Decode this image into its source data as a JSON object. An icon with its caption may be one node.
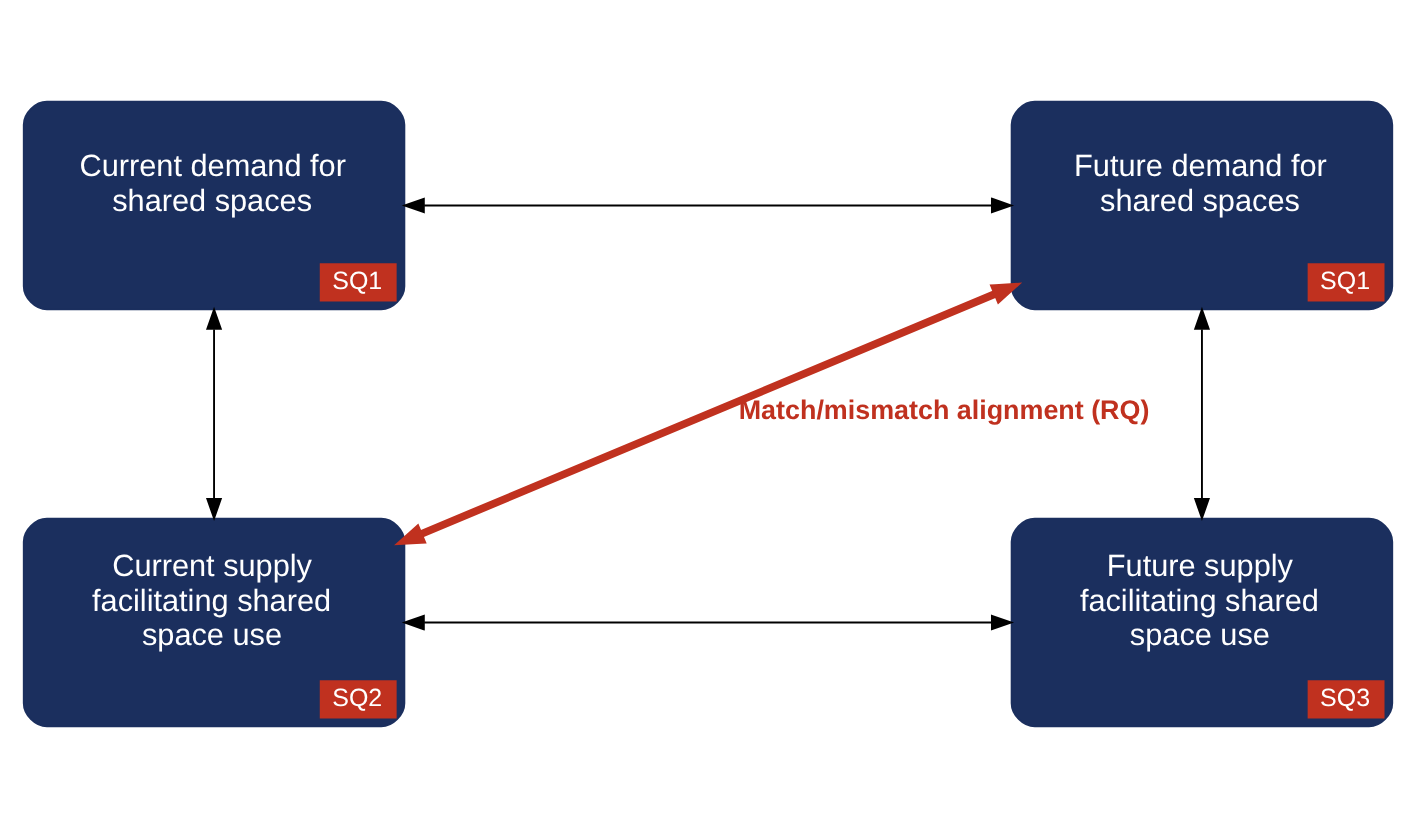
{
  "diagram": {
    "nodes": [
      {
        "text": [
          "Current demand for shared spaces",
          "SQ1"
        ]
      },
      {
        "text": [
          "Future demand for shared spaces",
          "SQ1"
        ]
      },
      {
        "text": [
          "Current supply facilitating shared space use",
          "SQ2"
        ]
      },
      {
        "text": [
          "Future supply facilitating shared space use",
          "SQ3"
        ]
      }
    ],
    "edges": [
      {
        "from": 0,
        "to": 1,
        "arrow": "both"
      },
      {
        "from": 0,
        "to": 2,
        "arrow": "both"
      },
      {
        "from": 1,
        "to": 3,
        "arrow": "both"
      },
      {
        "from": 2,
        "to": 1,
        "arrow": "both",
        "label": "Match/mismatch alignment (RQ)",
        "style": "thick",
        "color": "#c0311f"
      },
      {
        "from": 2,
        "to": 3,
        "arrow": "both"
      }
    ]
  }
}
